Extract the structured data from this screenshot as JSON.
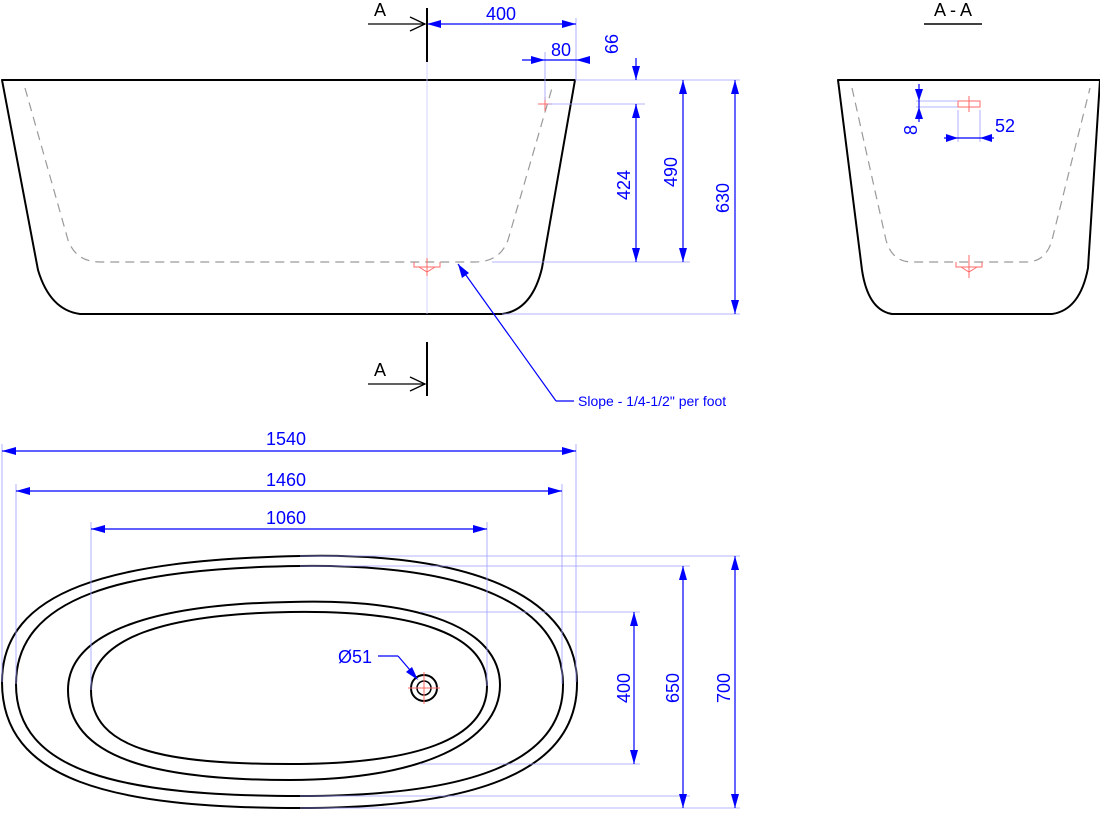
{
  "section": {
    "marker_top": "A",
    "marker_bottom": "A",
    "view_title": "A - A"
  },
  "elevation_dims": {
    "top_width": "400",
    "overflow_offset": "80",
    "overflow_top": "66",
    "overflow_height": "424",
    "inner_depth": "490",
    "total_height": "630"
  },
  "section_dims": {
    "overflow_dia": "8",
    "overflow_len": "52"
  },
  "note": {
    "slope": "Slope - 1/4-1/2\" per foot"
  },
  "plan_dims": {
    "overall_length": "1540",
    "rim_length": "1460",
    "basin_length": "1060",
    "drain": "Ø51",
    "basin_width": "400",
    "rim_width": "650",
    "overall_width": "700"
  },
  "colors": {
    "dimension": "#0000ff",
    "outline": "#000000",
    "hidden": "#9a9a9a"
  }
}
